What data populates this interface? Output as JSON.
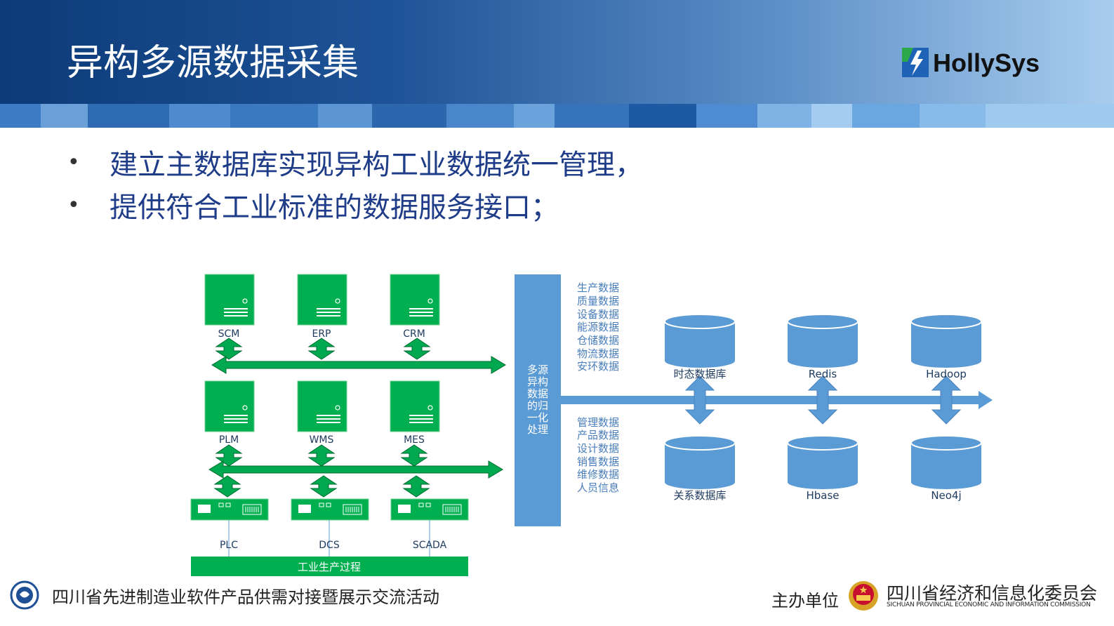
{
  "slide": {
    "title": "异构多源数据采集",
    "brand": {
      "logo_text": "HollySys",
      "logo_icon": "hollysys-logo-icon"
    },
    "bullets": [
      "建立主数据库实现异构工业数据统一管理，",
      "提供符合工业标准的数据服务接口；"
    ],
    "bullet_symbol": "•"
  },
  "diagram": {
    "row1_systems": [
      "SCM",
      "ERP",
      "CRM"
    ],
    "row2_systems": [
      "PLM",
      "WMS",
      "MES"
    ],
    "controllers": [
      "PLC",
      "DCS",
      "SCADA"
    ],
    "production_process": "工业生产过程",
    "center_box": [
      "多源",
      "异构",
      "数据",
      "的归",
      "一化",
      "处理"
    ],
    "data_types_top": [
      "生产数据",
      "质量数据",
      "设备数据",
      "能源数据",
      "仓储数据",
      "物流数据",
      "安环数据"
    ],
    "data_types_bottom": [
      "管理数据",
      "产品数据",
      "设计数据",
      "销售数据",
      "维修数据",
      "人员信息"
    ],
    "databases_top": [
      "时态数据库",
      "Redis",
      "Hadoop"
    ],
    "databases_bottom": [
      "关系数据库",
      "Hbase",
      "Neo4j"
    ],
    "colors": {
      "server_green": "#00b050",
      "arrow_green": "#00a94f",
      "blue": "#5b9bd5",
      "data_text": "#4a7ebb"
    }
  },
  "footer": {
    "event": "四川省先进制造业软件产品供需对接暨展示交流活动",
    "host_label": "主办单位",
    "org_name": "四川省经济和信息化委员会",
    "org_name_en": "SICHUAN PROVINCIAL ECONOMIC AND INFORMATION COMMISSION",
    "event_icon": "event-emblem-icon",
    "org_icon": "national-emblem-icon"
  }
}
